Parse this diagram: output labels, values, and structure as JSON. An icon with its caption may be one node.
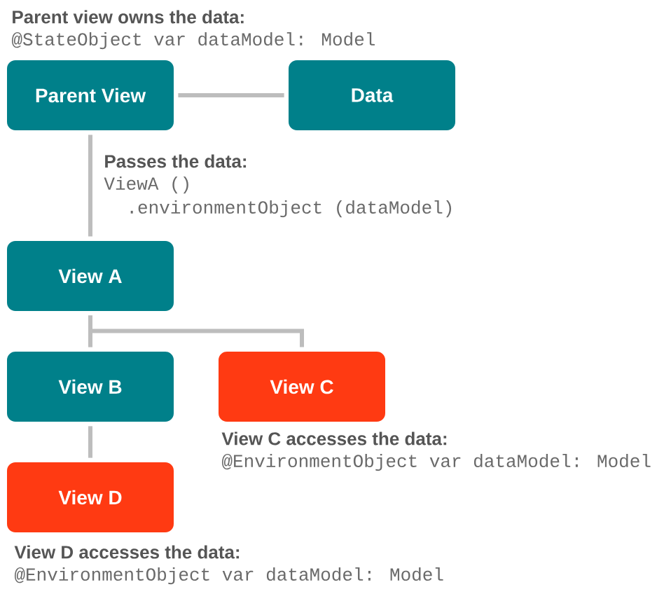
{
  "diagram": {
    "nodes": [
      {
        "text": [
          "Parent View"
        ],
        "beside": [
          "Parent view owns the data:",
          "@StateObject var dataModel: Model"
        ]
      },
      {
        "text": [
          "Data"
        ]
      },
      {
        "text": [
          "View A"
        ]
      },
      {
        "text": [
          "View B"
        ]
      },
      {
        "text": [
          "View C"
        ],
        "beside": [
          "View C accesses the data:",
          "@EnvironmentObject var dataModel: Model"
        ]
      },
      {
        "text": [
          "View D"
        ],
        "beside": [
          "View D accesses the data:",
          "@EnvironmentObject var dataModel: Model"
        ]
      }
    ],
    "edges": [
      {
        "from": 0,
        "to": 1,
        "arrow": "none"
      },
      {
        "from": 0,
        "to": 2,
        "arrow": "none"
      },
      {
        "from": 2,
        "to": 3,
        "arrow": "none"
      },
      {
        "from": 2,
        "to": 4,
        "arrow": "none"
      },
      {
        "from": 3,
        "to": 5,
        "arrow": "none"
      }
    ],
    "labels": [
      "Passes the data:",
      "ViewA ()",
      ".environmentObject (dataModel)"
    ]
  }
}
